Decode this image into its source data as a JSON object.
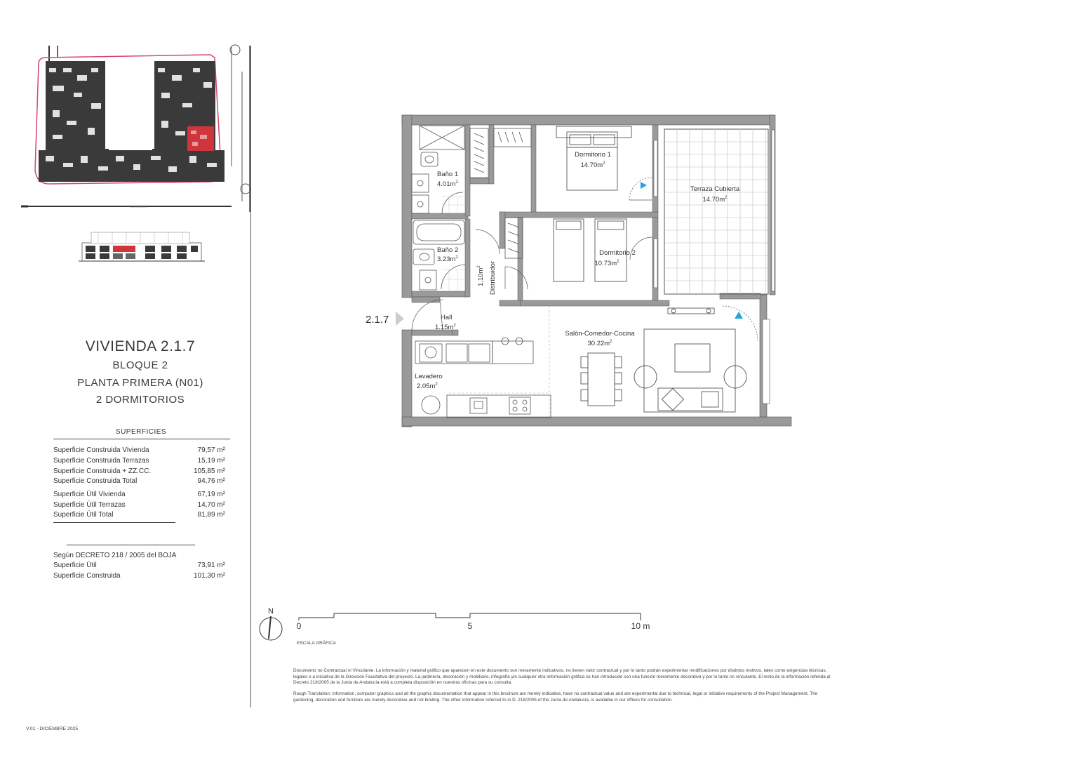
{
  "unit": {
    "title": "VIVIENDA 2.1.7",
    "block": "BLOQUE 2",
    "floor": "PLANTA PRIMERA (N01)",
    "bedrooms": "2 DORMITORIOS",
    "entrance_tag": "2.1.7"
  },
  "surfaces": {
    "heading": "SUPERFICIES",
    "group1": [
      {
        "label": "Superficie Construida Vivienda",
        "value": "79,57 m²"
      },
      {
        "label": "Superficie Construida Terrazas",
        "value": "15,19 m²"
      },
      {
        "label": "Superficie Construida + ZZ.CC.",
        "value": "105,85 m²"
      },
      {
        "label": "Superficie Construida Total",
        "value": "94,76 m²"
      }
    ],
    "group2": [
      {
        "label": "Superficie Útil Vivienda",
        "value": "67,19 m²"
      },
      {
        "label": "Superficie Útil Terrazas",
        "value": "14,70 m²"
      },
      {
        "label": "Superficie Útil Total",
        "value": "81,89 m²"
      }
    ],
    "decree_heading": "Según DECRETO 218 / 2005 del BOJA",
    "decree": [
      {
        "label": "Superficie Útil",
        "value": "73,91 m²"
      },
      {
        "label": "Superficie Construida",
        "value": "101,30 m²"
      }
    ]
  },
  "rooms": [
    {
      "name": "Dormitorio 1",
      "area": "14.70m"
    },
    {
      "name": "Terraza Cubierta",
      "area": "14.70m"
    },
    {
      "name": "Baño 1",
      "area": "4.01m"
    },
    {
      "name": "Baño 2",
      "area": "3.23m"
    },
    {
      "name": "Dormitorio 2",
      "area": "10.73m"
    },
    {
      "name": "Distribuidor",
      "area": "1.10m"
    },
    {
      "name": "Hall",
      "area": "1.15m"
    },
    {
      "name": "Salón-Comedor-Cocina",
      "area": "30.22m"
    },
    {
      "name": "Lavadero",
      "area": "2.05m"
    }
  ],
  "area_exponent": "2",
  "scale": {
    "north": "N",
    "label_0": "0",
    "label_5": "5",
    "label_10": "10 m",
    "caption": "ESCALA GRÁFICA"
  },
  "legal": {
    "es": "Documento no Contractual ni Vinculante. La información y material gráfico que aparecen en este documento son meramente indicativos, no tienen valor contractual y por lo tanto podrán experimentar modificaciones por distintos motivos, tales como exigencias técnicas, legales o a iniciativa de la Dirección Facultativa del proyecto. La jardinería, decoración y mobiliario, infografía y/o cualquier otra información gráfica se han introducido con una función meramente decorativa y por lo tanto no vinculante. El resto de la información referida al Decreto 218/2005 de la Junta de Andalucía está a completa disposición en nuestras oficinas para su consulta.",
    "en": "Rough Translation: Information, computer graphics and all the graphic documentation that appear in this brochure are merely indicative, have no contractual value and are experimental due to technical, legal or initiative requirements of the Project Management. The gardening, decoration and furniture are merely decorative and not binding. The other information referred to in D. 218/2005 of the Junta de Andalucía, is available in our offices for consultation."
  },
  "version": "V.01 - DICIEMBRE 2025",
  "colors": {
    "highlight": "#d0343c",
    "outline_pink": "#d9456e",
    "door_marker": "#27a6d6"
  }
}
